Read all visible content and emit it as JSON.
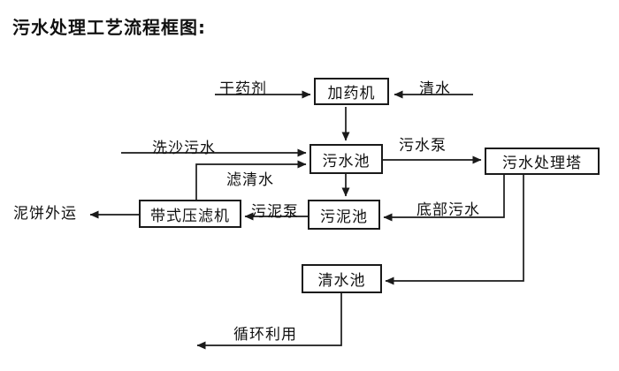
{
  "title": "污水处理工艺流程框图:",
  "diagram": {
    "nodes": {
      "dosing_machine": "加药机",
      "sewage_pool": "污水池",
      "treatment_tower": "污水处理塔",
      "belt_filter_press": "带式压滤机",
      "sludge_pool": "污泥池",
      "clean_water_pool": "清水池"
    },
    "flow_labels": {
      "dry_agent": "干药剂",
      "clean_water_in": "清水",
      "sand_washing_sewage": "洗沙污水",
      "filtered_water": "滤清水",
      "sewage_pump": "污水泵",
      "bottom_sewage": "底部污水",
      "mud_cake_out": "泥饼外运",
      "sludge_pump": "污泥泵",
      "recycle_use": "循环利用"
    },
    "colors": {
      "line": "#1a1a1a",
      "box_border": "#1a1a1a",
      "text": "#111111",
      "background": "#ffffff"
    }
  }
}
